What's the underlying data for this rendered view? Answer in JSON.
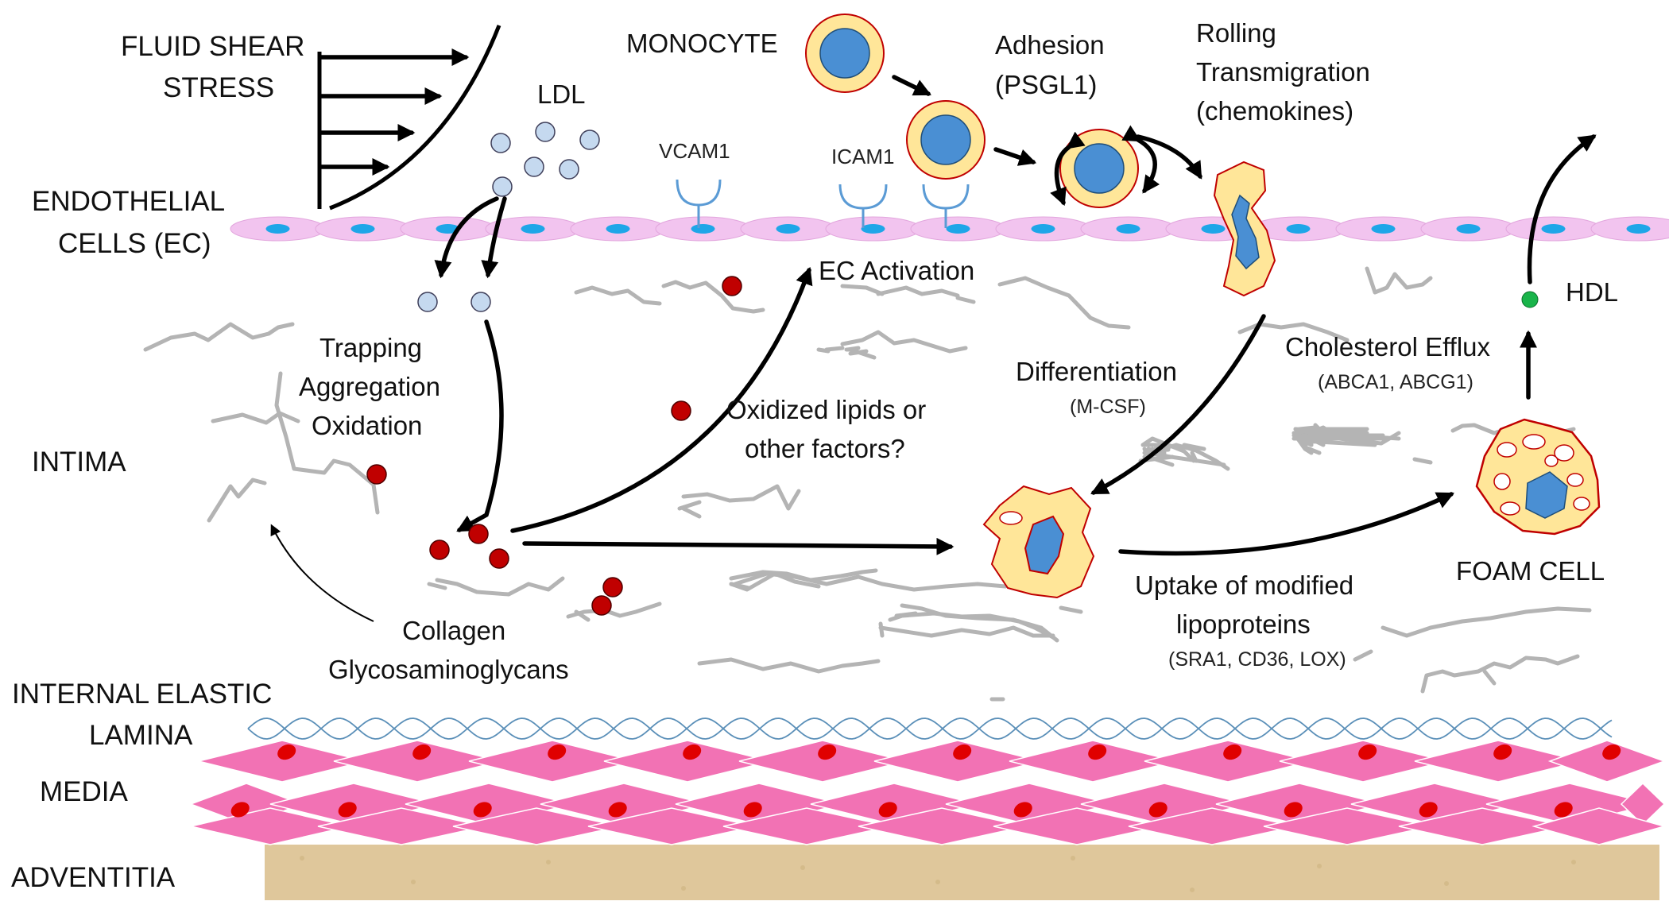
{
  "layers": {
    "fluid_shear_stress": [
      "FLUID SHEAR",
      "STRESS"
    ],
    "endothelial_cells": [
      "ENDOTHELIAL",
      "CELLS (EC)"
    ],
    "intima": "INTIMA",
    "internal_elastic_lamina": [
      "INTERNAL ELASTIC",
      "LAMINA"
    ],
    "media": "MEDIA",
    "adventitia": "ADVENTITIA"
  },
  "labels": {
    "ldl": "LDL",
    "monocyte": "MONOCYTE",
    "adhesion": [
      "Adhesion",
      "(PSGL1)"
    ],
    "rolling": [
      "Rolling",
      "Transmigration",
      "(chemokines)"
    ],
    "vcam1": "VCAM1",
    "icam1": "ICAM1",
    "ec_activation": "EC Activation",
    "trapping": [
      "Trapping",
      "Aggregation",
      "Oxidation"
    ],
    "oxidized": [
      "Oxidized lipids or",
      "other factors?"
    ],
    "differentiation": "Differentiation",
    "mcsf": "(M-CSF)",
    "cholesterol_efflux": "Cholesterol Efflux",
    "abca": "(ABCA1, ABCG1)",
    "hdl": "HDL",
    "foam_cell": "FOAM CELL",
    "uptake": [
      "Uptake of modified",
      "lipoproteins"
    ],
    "receptors": "(SRA1, CD36, LOX)",
    "collagen": [
      "Collagen",
      "Glycosaminoglycans"
    ]
  },
  "colors": {
    "endothelium": "#f2c4ef",
    "nucleus": "#1ea6e8",
    "receptor": "#5b9bd5",
    "ldl_particle": "#c5d9ef",
    "oxidized_ldl": "#c00000",
    "monocyte_body": "#ffe699",
    "monocyte_nucleus": "#4a8fd3",
    "hdl": "#19b44a",
    "media": "#f272b4",
    "adventitia": "#dfc79b",
    "fiber": "#b4b4b4"
  }
}
